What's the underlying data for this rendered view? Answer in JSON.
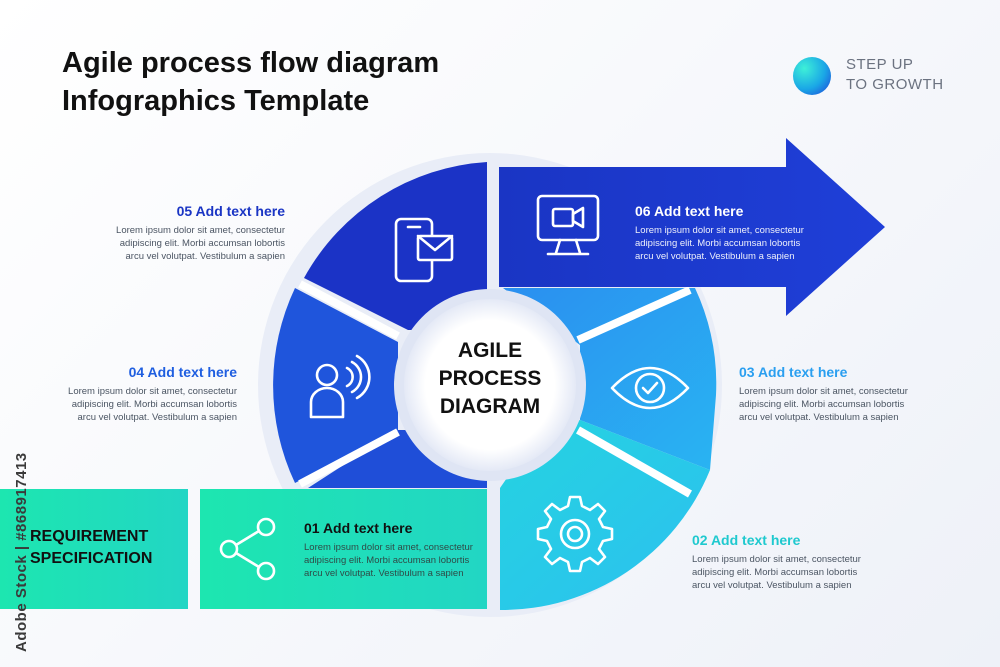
{
  "header": {
    "title_line1": "Agile process flow diagram",
    "title_line2": "Infographics Template"
  },
  "brand": {
    "line1": "STEP UP",
    "line2": "TO GROWTH"
  },
  "center": {
    "line1": "AGILE",
    "line2": "PROCESS",
    "line3": "DIAGRAM"
  },
  "requirement": {
    "line1": "REQUIREMENT",
    "line2": "SPECIFICATION"
  },
  "lorem": {
    "line1": "Lorem ipsum dolor sit amet, consectetur",
    "line2": "adipiscing elit. Morbi accumsan lobortis",
    "line3": "arcu vel volutpat. Vestibulum a sapien"
  },
  "steps": [
    {
      "number": "01",
      "heading": "01 Add text here",
      "icon": "share-icon",
      "color": "#ffffff"
    },
    {
      "number": "02",
      "heading": "02 Add text here",
      "icon": "gear-icon",
      "color": "#1fc9cf"
    },
    {
      "number": "03",
      "heading": "03 Add text here",
      "icon": "eye-check-icon",
      "color": "#2a9ff0"
    },
    {
      "number": "04",
      "heading": "04 Add text here",
      "icon": "voice-user-icon",
      "color": "#1f5ee0"
    },
    {
      "number": "05",
      "heading": "05 Add text here",
      "icon": "mobile-mail-icon",
      "color": "#1a35c4"
    },
    {
      "number": "06",
      "heading": "06 Add text here",
      "icon": "video-monitor-icon",
      "color": "#ffffff"
    }
  ],
  "colors": {
    "segment_dark_blue": "#1b2fc2",
    "segment_blue": "#1f5ee0",
    "segment_sky": "#2a9ff0",
    "segment_cyan": "#29c7ea",
    "bar_green": "#1de2b4"
  },
  "watermark": {
    "stock_id": "Adobe Stock | #868917413"
  }
}
